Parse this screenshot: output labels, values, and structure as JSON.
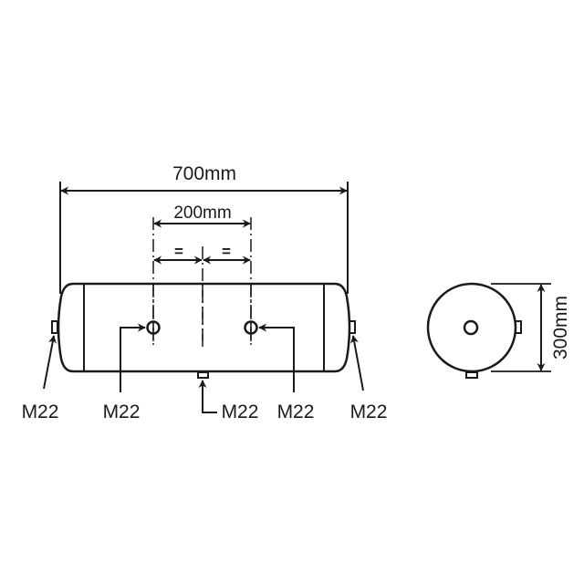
{
  "colors": {
    "line": "#1a1a1a",
    "background": "#ffffff"
  },
  "dimensions": {
    "overall_length": "700mm",
    "port_spacing": "200mm",
    "equal_left": "=",
    "equal_right": "=",
    "diameter": "300mm"
  },
  "ports": {
    "left_end": "M22",
    "left_top": "M22",
    "bottom": "M22",
    "right_top": "M22",
    "right_end": "M22"
  },
  "views": {
    "side": "side-view",
    "end": "end-view"
  }
}
